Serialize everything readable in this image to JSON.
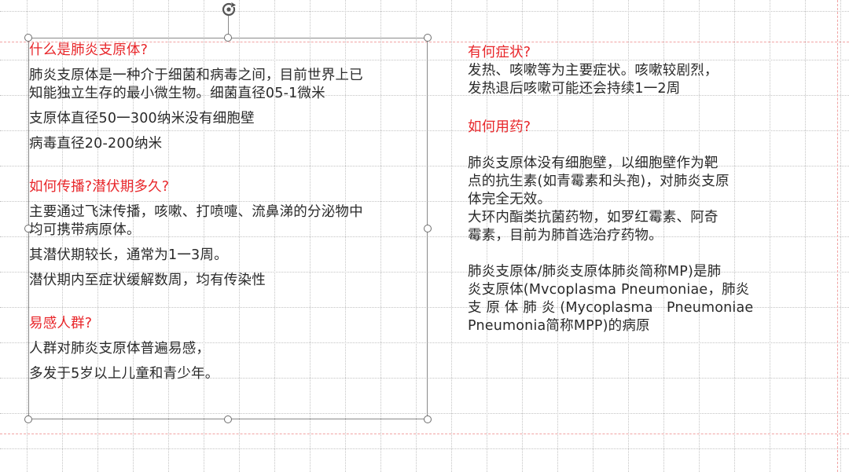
{
  "left": {
    "sections": [
      {
        "heading": "什么是肺炎支原体?",
        "lines": [
          "肺炎支原体是一种介于细菌和病毒之间，目前世界上已",
          "知能独立生存的最小微生物。细菌直径05-1微米",
          "支原体直径50一300纳米没有细胞壁",
          "病毒直径20-200纳米"
        ]
      },
      {
        "heading": "如何传播?潜伏期多久?",
        "lines": [
          "主要通过飞沫传播，咳嗽、打喷嚏、流鼻涕的分泌物中",
          "均可携带病原体。",
          "其潜伏期较长，通常为1一3周。",
          "潜伏期内至症状缓解数周，均有传染性"
        ]
      },
      {
        "heading": "易感人群?",
        "lines": [
          "人群对肺炎支原体普遍易感，",
          "多发于5岁以上儿童和青少年。"
        ]
      }
    ]
  },
  "right": {
    "sections": [
      {
        "heading": "有何症状?",
        "lines": [
          "发热、咳嗽等为主要症状。咳嗽较剧烈，",
          "发热退后咳嗽可能还会持续1一2周"
        ]
      },
      {
        "heading": "如何用药?",
        "lines": [
          "肺炎支原体没有细胞壁，以细胞壁作为靶",
          "点的抗生素(如青霉素和头孢)，对肺炎支原",
          "体完全无效。",
          "大环内酯类抗菌药物，如罗红霉素、阿奇",
          "霉素，目前为肺首选治疗药物。",
          "",
          "肺炎支原体/肺炎支原体肺炎简称MP)是肺",
          "炎支原体(Mvcoplasma Pneumoniae，肺炎",
          "支 原 体 肺 炎 (Mycoplasma   Pneumoniae",
          "Pneumonia简称MPP)的病原"
        ]
      }
    ]
  },
  "icons": {
    "rotate": "rotate-handle-icon"
  }
}
